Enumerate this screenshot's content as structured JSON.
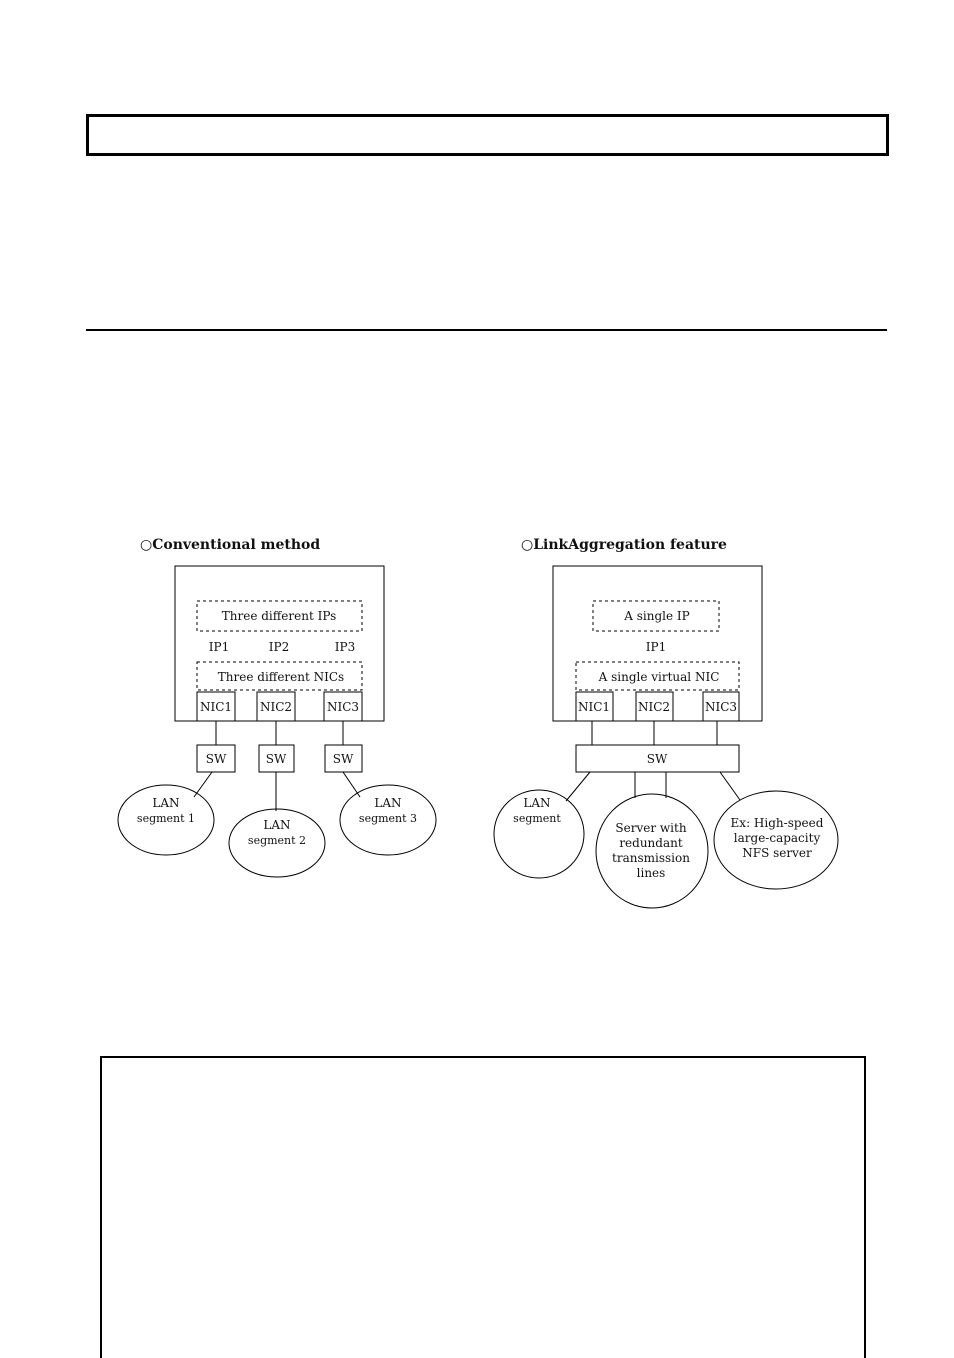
{
  "conventional": {
    "heading": "○Conventional method",
    "ips_label": "Three different IPs",
    "ip1": "IP1",
    "ip2": "IP2",
    "ip3": "IP3",
    "nics_label": "Three different NICs",
    "nic1": "NIC1",
    "nic2": "NIC2",
    "nic3": "NIC3",
    "sw": "SW",
    "lan1_line1": "LAN",
    "lan1_line2": "segment 1",
    "lan2_line1": "LAN",
    "lan2_line2": "segment 2",
    "lan3_line1": "LAN",
    "lan3_line2": "segment 3"
  },
  "link_aggregation": {
    "heading": "○LinkAggregation feature",
    "ip_label": "A single IP",
    "ip1": "IP1",
    "nic_label": "A single virtual NIC",
    "nic1": "NIC1",
    "nic2": "NIC2",
    "nic3": "NIC3",
    "sw": "SW",
    "lan_line1": "LAN",
    "lan_line2": "segment",
    "server_line1": "Server with",
    "server_line2": "redundant",
    "server_line3": "transmission",
    "server_line4": "lines",
    "nfs_line1": "Ex: High-speed",
    "nfs_line2": "large-capacity",
    "nfs_line3": "NFS server"
  }
}
